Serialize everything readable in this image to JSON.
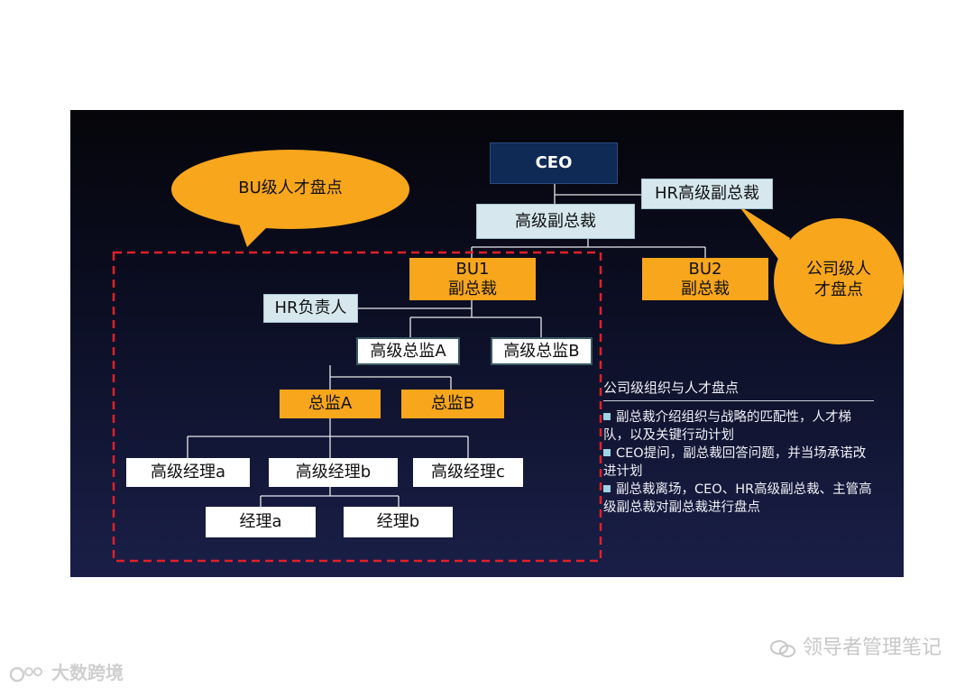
{
  "nodes": {
    "ceo": "CEO",
    "hr_svp": "HR高级副总裁",
    "svp": "高级副总裁",
    "bu1_line1": "BU1",
    "bu1_line2": "副总裁",
    "bu2_line1": "BU2",
    "bu2_line2": "副总裁",
    "hr_head": "HR负责人",
    "sr_director_a": "高级总监A",
    "sr_director_b": "高级总监B",
    "director_a": "总监A",
    "director_b": "总监B",
    "sr_manager_a": "高级经理a",
    "sr_manager_b": "高级经理b",
    "sr_manager_c": "高级经理c",
    "manager_a": "经理a",
    "manager_b": "经理b"
  },
  "callouts": {
    "bu_review": "BU级人才盘点",
    "company_review_line1": "公司级人",
    "company_review_line2": "才盘点"
  },
  "panel": {
    "title": "公司级组织与人才盘点",
    "bullets": [
      "副总裁介绍组织与战略的匹配性，人才梯队，以及关键行动计划",
      "CEO提问，副总裁回答问题，并当场承诺改进计划",
      "副总裁离场，CEO、HR高级副总裁、主管高级副总裁对副总裁进行盘点"
    ]
  },
  "watermarks": {
    "right": "领导者管理笔记",
    "left": "大数跨境"
  },
  "colors": {
    "navy": "#0e2a55",
    "orange": "#f8a61c",
    "light_blue": "#d6e8ee",
    "dashed_red": "#e0202a"
  }
}
